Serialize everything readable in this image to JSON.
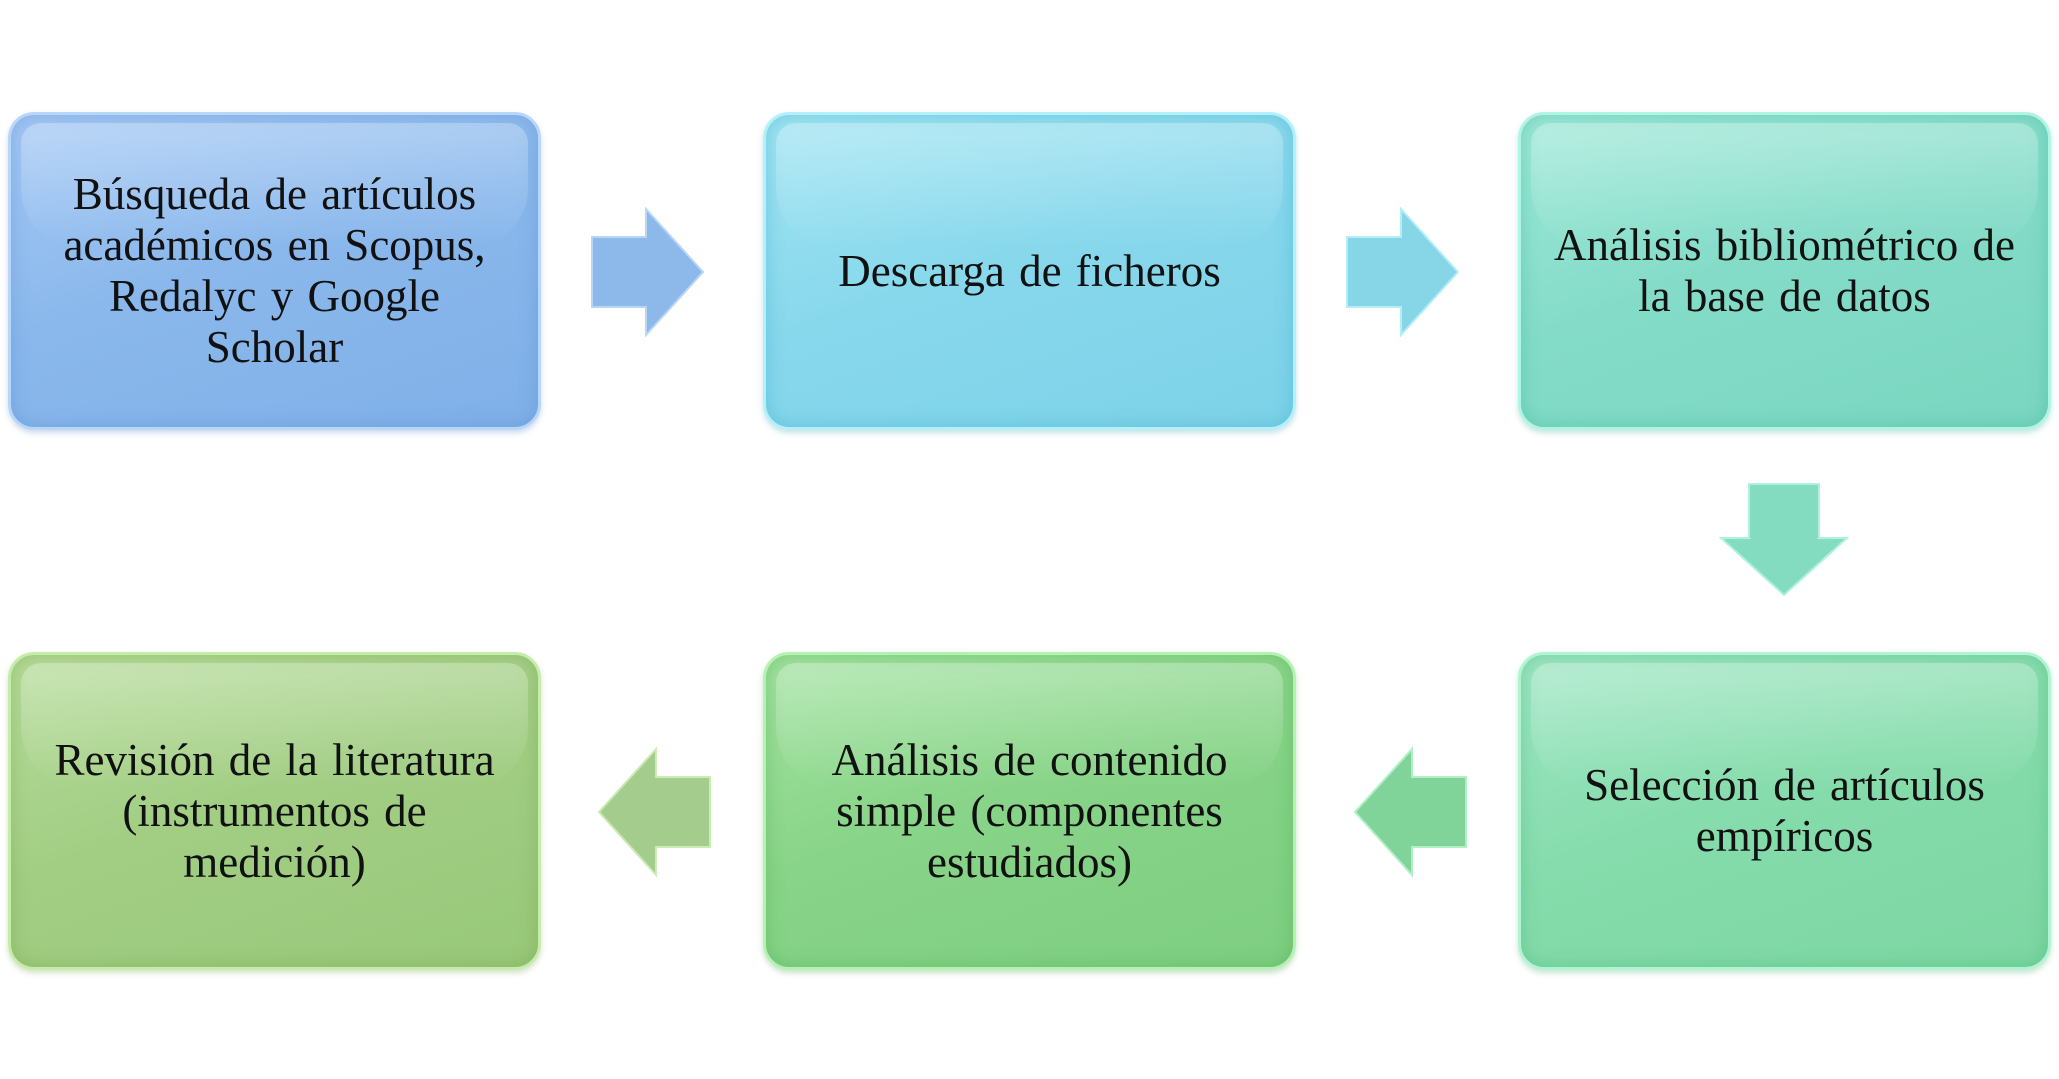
{
  "steps": [
    {
      "text": "Búsqueda de artículos\nacadémicos en Scopus,\nRedalyc y Google\nScholar",
      "color": "#8ab8ec"
    },
    {
      "text": "Descarga de ficheros",
      "color": "#88d8ec"
    },
    {
      "text": "Análisis bibliométrico de\nla base de datos",
      "color": "#84dcc8"
    },
    {
      "text": "Selección de artículos\nempíricos",
      "color": "#86dcac"
    },
    {
      "text": "Análisis de contenido\nsimple (componentes\nestudiados)",
      "color": "#88d488"
    },
    {
      "text": "Revisión de la literatura\n(instrumentos de\nmedición)",
      "color": "#a2ce84"
    }
  ],
  "arrows": [
    {
      "direction": "right",
      "color": "#8cb8ea"
    },
    {
      "direction": "right",
      "color": "#86d6e8"
    },
    {
      "direction": "down",
      "color": "#84dcc0"
    },
    {
      "direction": "left",
      "color": "#80d49a"
    },
    {
      "direction": "left",
      "color": "#a4cc8c"
    }
  ]
}
